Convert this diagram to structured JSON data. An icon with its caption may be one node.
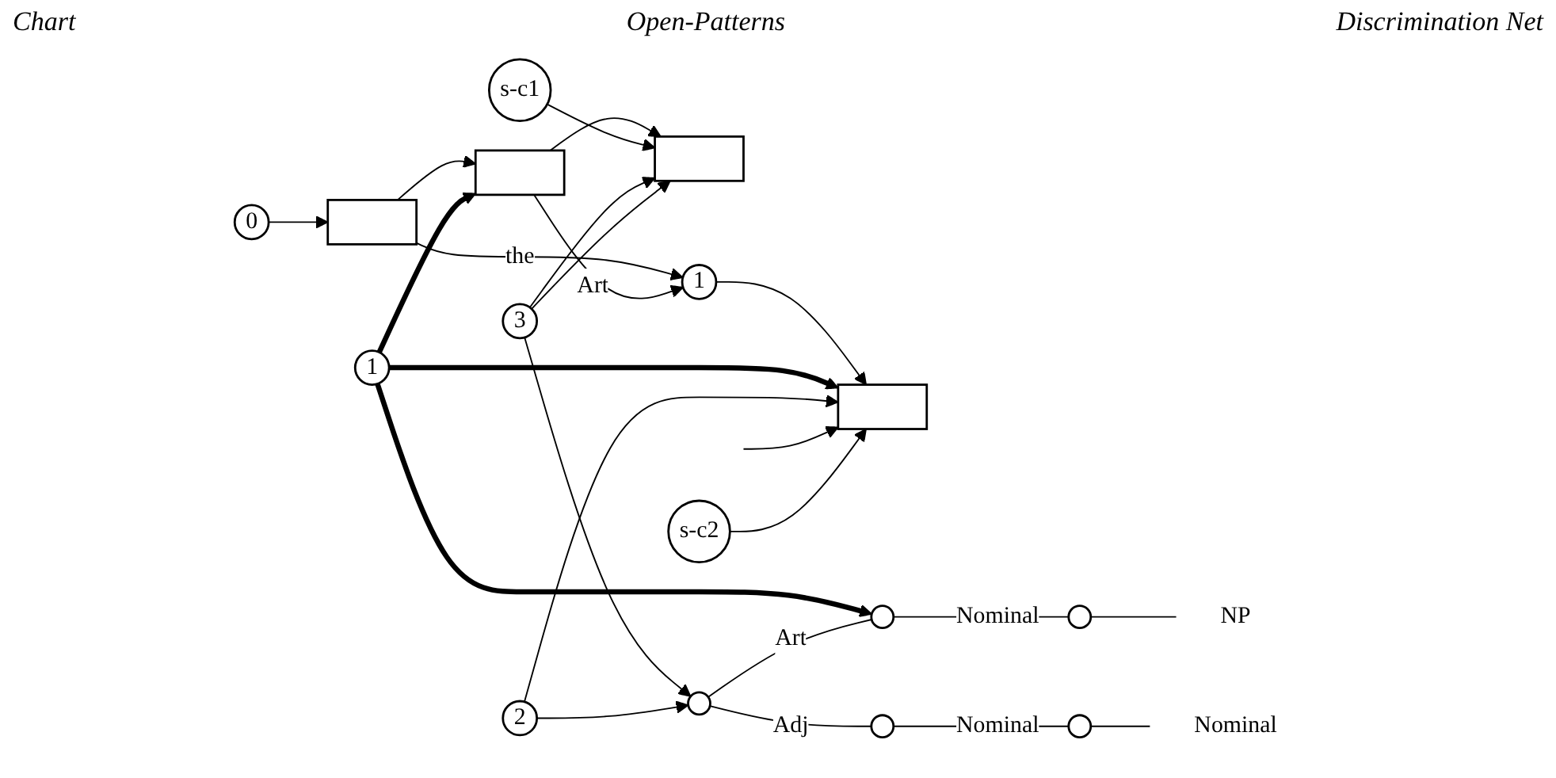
{
  "diagram": {
    "nodes": [
      {
        "text": [
          "0"
        ]
      },
      {
        "text": [],
        "shape": "box"
      },
      {
        "text": [],
        "shape": "box"
      },
      {
        "text": [],
        "shape": "box"
      },
      {
        "text": [
          "1"
        ]
      },
      {
        "text": [],
        "shape": "box"
      },
      {
        "text": [
          "1"
        ]
      },
      {
        "text": [
          "s-c1"
        ]
      },
      {
        "text": [
          "3"
        ]
      },
      {
        "text": [
          "2"
        ]
      },
      {
        "text": [
          "s-c2"
        ]
      },
      {
        "text": [],
        "shape": "circle"
      },
      {
        "text": [],
        "shape": "circle"
      },
      {
        "text": [],
        "shape": "circle"
      },
      {
        "text": [],
        "shape": "circle"
      },
      {
        "text": [],
        "shape": "circle"
      },
      {
        "text": [
          "NP"
        ]
      },
      {
        "text": [
          "Nominal"
        ]
      }
    ],
    "edges": [
      {
        "from": 0,
        "to": 1,
        "arrow": "to"
      },
      {
        "from": 1,
        "to": 2,
        "arrow": "to"
      },
      {
        "from": 2,
        "to": 3,
        "arrow": "to"
      },
      {
        "from": 1,
        "to": 4,
        "arrow": "to",
        "label": "the"
      },
      {
        "from": 2,
        "to": 4,
        "arrow": "to",
        "label": "Art"
      },
      {
        "from": 4,
        "to": 5,
        "arrow": "to"
      },
      {
        "from": 6,
        "to": 2,
        "arrow": "to",
        "style": "thick"
      },
      {
        "from": 6,
        "to": 5,
        "arrow": "to",
        "style": "thick"
      },
      {
        "from": 6,
        "to": 12,
        "arrow": "to",
        "style": "thick"
      },
      {
        "from": 7,
        "to": 3,
        "arrow": "to"
      },
      {
        "from": 8,
        "to": 3,
        "arrow": "to"
      },
      {
        "from": 8,
        "to": 3,
        "arrow": "to"
      },
      {
        "from": 8,
        "to": 11,
        "arrow": "to"
      },
      {
        "from": 9,
        "to": 11,
        "arrow": "to"
      },
      {
        "from": 9,
        "to": 5,
        "arrow": "to"
      },
      {
        "from": null,
        "to": 5,
        "arrow": "to"
      },
      {
        "from": 10,
        "to": 5,
        "arrow": "to"
      },
      {
        "from": 11,
        "to": 12,
        "arrow": "none",
        "label": "Art"
      },
      {
        "from": 11,
        "to": 13,
        "arrow": "none",
        "label": "Adj"
      },
      {
        "from": 12,
        "to": 14,
        "arrow": "none",
        "label": "Nominal"
      },
      {
        "from": 13,
        "to": 15,
        "arrow": "none",
        "label": "Nominal"
      },
      {
        "from": 14,
        "to": 16,
        "arrow": "none"
      },
      {
        "from": 15,
        "to": 17,
        "arrow": "none"
      }
    ],
    "labels": [
      "Chart",
      "Open-Patterns",
      "Discrimination Net"
    ]
  }
}
